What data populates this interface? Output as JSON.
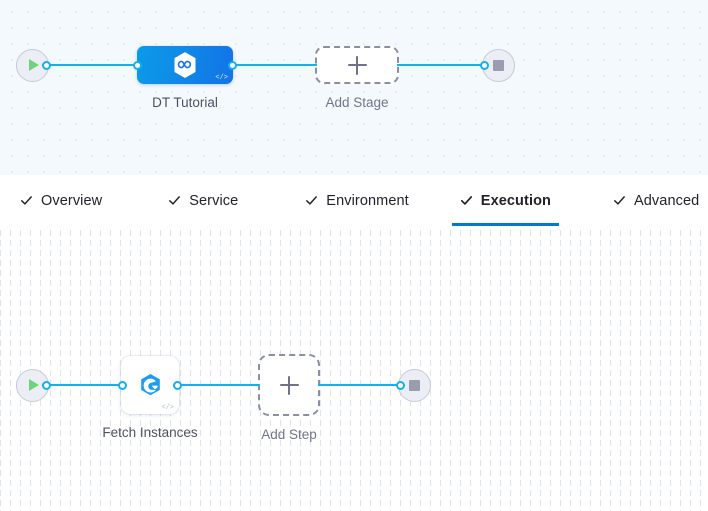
{
  "stage_canvas": {
    "start_node": {
      "icon": "play-icon",
      "label": ""
    },
    "stage_node": {
      "label": "DT Tutorial",
      "icon": "hexagon-infinity-icon",
      "code_badge": "</>",
      "color": "#0f8ee6"
    },
    "add_stage": {
      "label": "Add Stage",
      "icon": "plus-icon"
    },
    "end_node": {
      "icon": "stop-icon",
      "label": ""
    },
    "background": "#f3f9fc",
    "connector_color": "#12b0f0"
  },
  "tabs": {
    "items": [
      {
        "label": "Overview",
        "icon": "check-icon",
        "active": false
      },
      {
        "label": "Service",
        "icon": "check-icon",
        "active": false
      },
      {
        "label": "Environment",
        "icon": "check-icon",
        "active": false
      },
      {
        "label": "Execution",
        "icon": "check-icon",
        "active": true
      },
      {
        "label": "Advanced",
        "icon": "check-icon",
        "active": false
      }
    ],
    "active_underline_color": "#0278d5"
  },
  "step_canvas": {
    "start_node": {
      "icon": "play-icon",
      "label": ""
    },
    "step_node": {
      "label": "Fetch Instances",
      "icon": "harness-e-icon",
      "code_badge": "</>"
    },
    "add_step": {
      "label": "Add Step",
      "icon": "plus-icon"
    },
    "end_node": {
      "icon": "stop-icon",
      "label": ""
    },
    "background": "#ffffff",
    "connector_color": "#12b0f0"
  }
}
